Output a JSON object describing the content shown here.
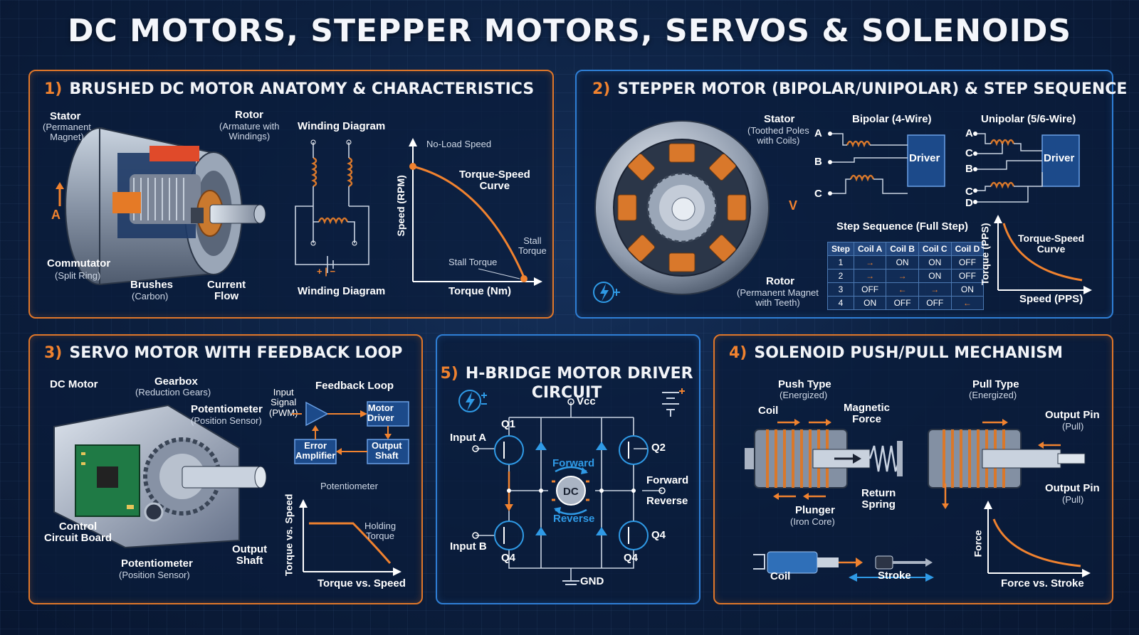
{
  "title": "DC MOTORS, STEPPER MOTORS, SERVOS & SOLENOIDS",
  "colors": {
    "accent_orange": "#f0822f",
    "accent_blue": "#2f7fd6",
    "background": "#0c1f3e",
    "coil_copper": "#d9782b"
  },
  "panel1": {
    "num": "1)",
    "title": "BRUSHED DC MOTOR ANATOMY & CHARACTERISTICS",
    "stator": "Stator",
    "stator_sub": "(Permanent\nMagnet)",
    "rotor": "Rotor",
    "rotor_sub": "(Armature with\nWindings)",
    "commutator": "Commutator",
    "commutator_sub": "(Split Ring)",
    "brushes": "Brushes",
    "brushes_sub": "(Carbon)",
    "current_flow": "Current\nFlow",
    "a_mark": "A",
    "winding_top": "Winding Diagram",
    "winding_bottom": "Winding Diagram",
    "battery_sign": "+ | −",
    "curve_title": "Torque-Speed\nCurve",
    "no_load": "No-Load Speed",
    "stall_torque_a": "Stall Torque",
    "stall_torque_b": "Stall\nTorque",
    "y_axis": "Speed (RPM)",
    "x_axis": "Torque (Nm)"
  },
  "panel2": {
    "num": "2)",
    "title": "STEPPER MOTOR (BIPOLAR/UNIPOLAR) & STEP SEQUENCE",
    "stator": "Stator",
    "stator_sub": "(Toothed Poles\nwith Coils)",
    "rotor": "Rotor",
    "rotor_sub": "(Permanent Magnet\nwith Teeth)",
    "bipolar": "Bipolar (4-Wire)",
    "unipolar": "Unipolar (5/6-Wire)",
    "driver_a": "Driver",
    "driver_b": "Driver",
    "wires_bi": [
      "A",
      "B",
      "C"
    ],
    "wires_uni": [
      "A",
      "C",
      "B",
      "C",
      "D"
    ],
    "v_mark": "V",
    "seq_title": "Step Sequence (Full Step)",
    "table": {
      "headers": [
        "Step",
        "Coil A",
        "Coil B",
        "Coil C",
        "Coil D"
      ],
      "rows": [
        [
          "1",
          "→",
          "ON",
          "ON",
          "OFF"
        ],
        [
          "2",
          "→",
          "→",
          "ON",
          "OFF"
        ],
        [
          "3",
          "OFF",
          "←",
          "→",
          "ON"
        ],
        [
          "4",
          "ON",
          "OFF",
          "OFF",
          "←"
        ]
      ]
    },
    "curve_title": "Torque-Speed\nCurve",
    "y_axis": "Torque (PPS)",
    "x_axis": "Speed (PPS)"
  },
  "panel3": {
    "num": "3)",
    "title": "SERVO MOTOR WITH FEEDBACK LOOP",
    "dc_motor": "DC Motor",
    "gearbox": "Gearbox",
    "gearbox_sub": "(Reduction Gears)",
    "pot_top": "Potentiometer",
    "pot_top_sub": "(Position Sensor)",
    "control_board": "Control\nCircuit Board",
    "pot_bottom": "Potentiometer",
    "pot_bottom_sub": "(Position Sensor)",
    "output_shaft": "Output\nShaft",
    "feedback_loop": "Feedback Loop",
    "input_signal": "Input\nSignal\n(PWM)",
    "motor_driver": "Motor\nDriver",
    "error_amp": "Error\nAmplifier",
    "output_shaft_box": "Output\nShaft",
    "potentiometer_fb": "Potentiometer",
    "holding_torque": "Holding\nTorque",
    "y_axis": "Torque vs. Speed",
    "x_axis": "Torque vs. Speed"
  },
  "panel5": {
    "num": "5)",
    "title": "H-BRIDGE MOTOR DRIVER\nCIRCUIT",
    "vcc": "Vcc",
    "gnd": "GND",
    "input_a": "Input A",
    "input_b": "Input B",
    "q1": "Q1",
    "q2": "Q2",
    "q4_left": "Q4",
    "q4_right": "Q4",
    "q4_right_bottom": "Q4",
    "forward": "Forward",
    "reverse": "Reverse",
    "forward_right": "Forward",
    "reverse_right": "Reverse",
    "dc": "DC"
  },
  "panel4": {
    "num": "4)",
    "title": "SOLENOID PUSH/PULL MECHANISM",
    "push_type": "Push Type",
    "push_sub": "(Energized)",
    "pull_type": "Pull Type",
    "pull_sub": "(Energized)",
    "coil": "Coil",
    "magnetic_force": "Magnetic\nForce",
    "plunger": "Plunger",
    "plunger_sub": "(Iron Core)",
    "return_spring": "Return\nSpring",
    "output_pin_top": "Output Pin",
    "output_pin_top_sub": "(Pull)",
    "output_pin_bottom": "Output Pin",
    "output_pin_bottom_sub": "(Pull)",
    "coil_bottom": "Coil",
    "stroke": "Stroke",
    "y_axis": "Force",
    "x_axis": "Force vs. Stroke"
  }
}
